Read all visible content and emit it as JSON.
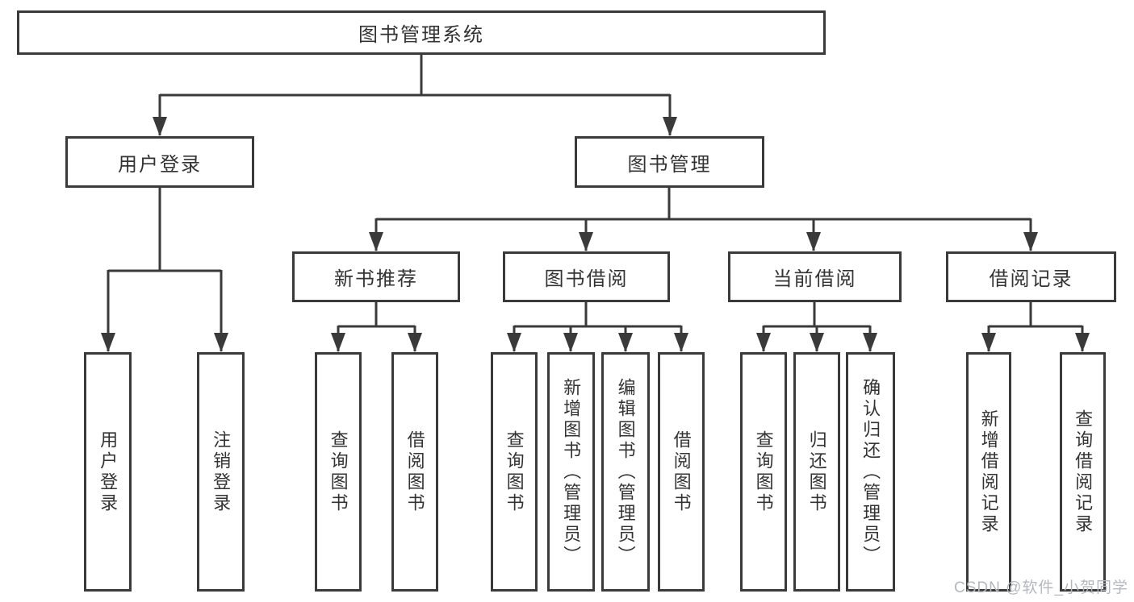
{
  "nodes": {
    "root": "图书管理系统",
    "user_login": "用户登录",
    "book_management": "图书管理",
    "new_book_recommend": "新书推荐",
    "book_borrowing": "图书借阅",
    "current_borrowing": "当前借阅",
    "borrowing_records": "借阅记录"
  },
  "leaves": {
    "user_login": [
      "用户登录",
      "注销登录"
    ],
    "new_book_recommend": [
      "查询图书",
      "借阅图书"
    ],
    "book_borrowing": [
      "查询图书",
      "新增图书（管理员）",
      "编辑图书（管理员）",
      "借阅图书"
    ],
    "current_borrowing": [
      "查询图书",
      "归还图书",
      "确认归还（管理员）"
    ],
    "borrowing_records": [
      "新增借阅记录",
      "查询借阅记录"
    ]
  },
  "watermark": "CSDN @软件_小贺同学",
  "colors": {
    "line": "#3a3a3a",
    "text": "#333333",
    "watermark": "#b4b8be",
    "background": "#ffffff"
  }
}
